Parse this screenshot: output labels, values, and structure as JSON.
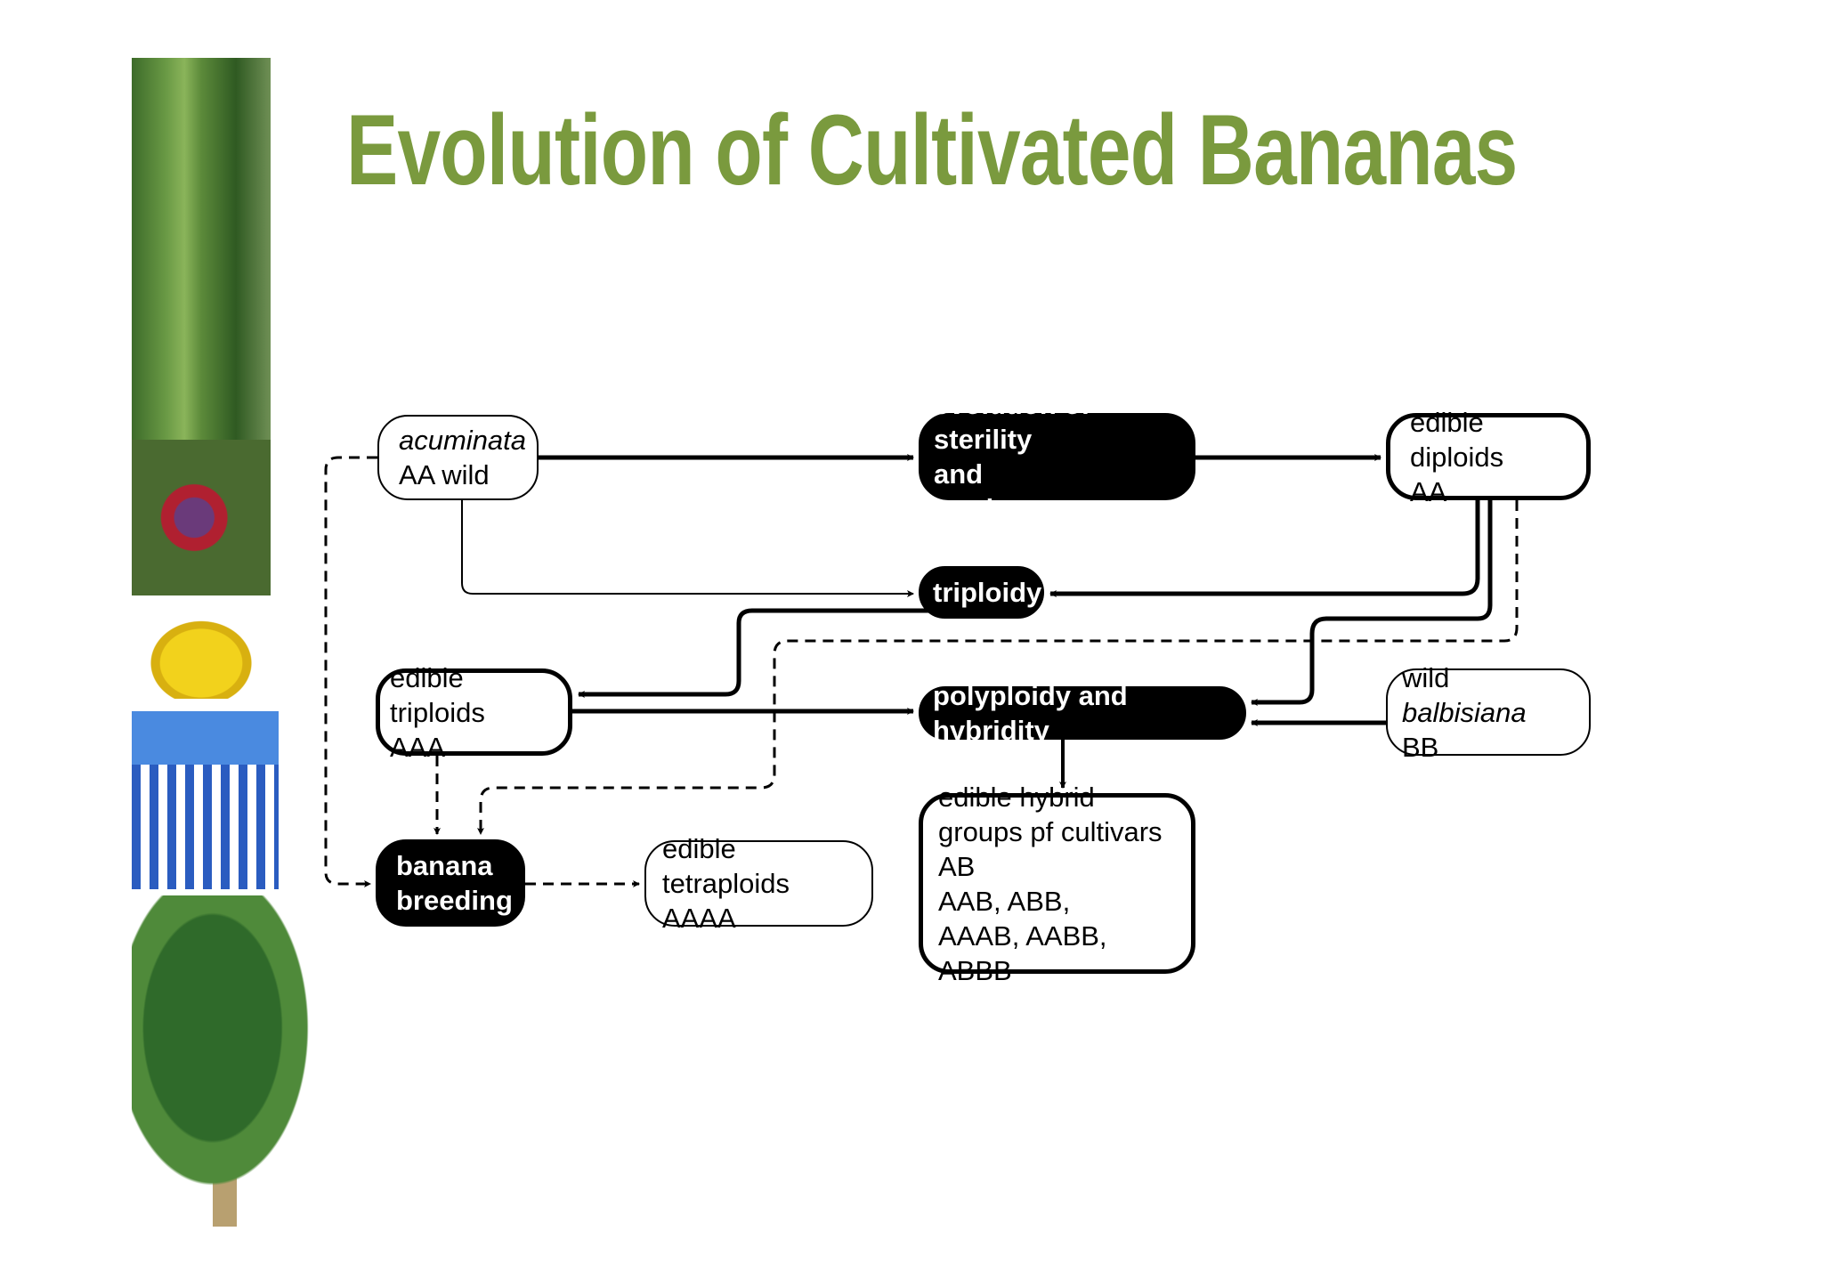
{
  "title": "Evolution of Cultivated Bananas",
  "colors": {
    "title": "#7a9a3e"
  },
  "images": [
    "banana-plant-with-bunch",
    "banana-flower-with-bird",
    "ripe-bananas",
    "bananas-in-pyjamas-cartoon",
    "banana-tree"
  ],
  "nodes": {
    "acuminata": {
      "line1": "acuminata",
      "line2": "AA wild"
    },
    "evolution": {
      "line1": "evolution of sterility",
      "line2": "and parthenocarpy"
    },
    "diploids": {
      "line1": "edible diploids",
      "line2": "AA"
    },
    "triploidy": {
      "line1": "triploidy"
    },
    "triploids": {
      "line1": "edible triploids",
      "line2": "AAA"
    },
    "polyploidy": {
      "line1": "polyploidy and hybridity"
    },
    "balbisiana": {
      "line1a": "wild ",
      "line1b": "balbisiana",
      "line2": "BB"
    },
    "hybrid": {
      "lines": [
        "edible hybrid",
        "groups pf cultivars",
        "AB",
        "AAB, ABB,",
        "AAAB, AABB, ABBB"
      ]
    },
    "breeding": {
      "line1": "banana",
      "line2": "breeding"
    },
    "tetraploids": {
      "line1": "edible tetraploids",
      "line2": "AAAA"
    }
  }
}
